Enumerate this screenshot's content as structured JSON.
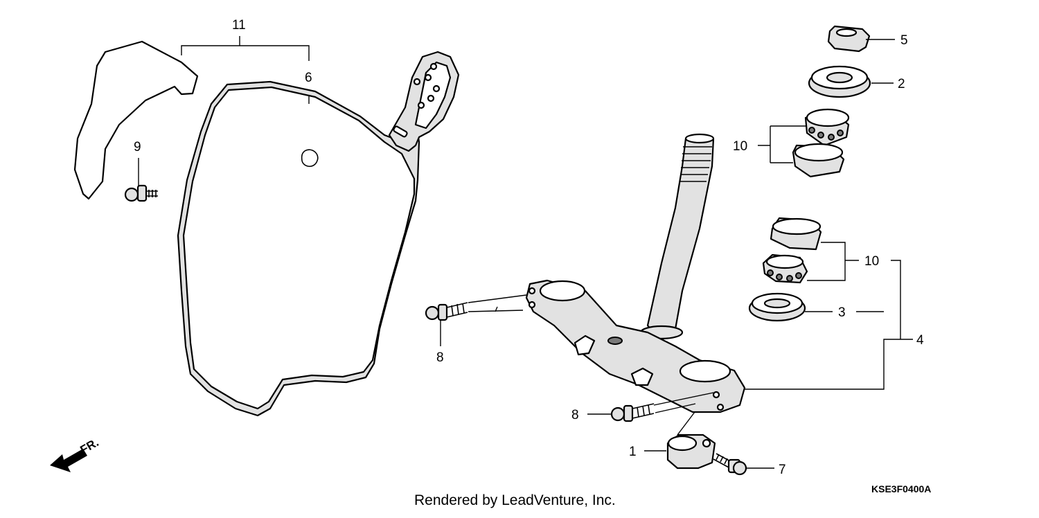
{
  "callouts": {
    "c11": "11",
    "c6": "6",
    "c9": "9",
    "c5": "5",
    "c2": "2",
    "c10_upper": "10",
    "c10_lower": "10",
    "c3": "3",
    "c4": "4",
    "c8_left": "8",
    "c8_lower": "8",
    "c1": "1",
    "c7": "7"
  },
  "front_indicator": "FR.",
  "footer": {
    "credit": "Rendered by LeadVenture, Inc.",
    "diagram_code": "KSE3F0400A"
  }
}
